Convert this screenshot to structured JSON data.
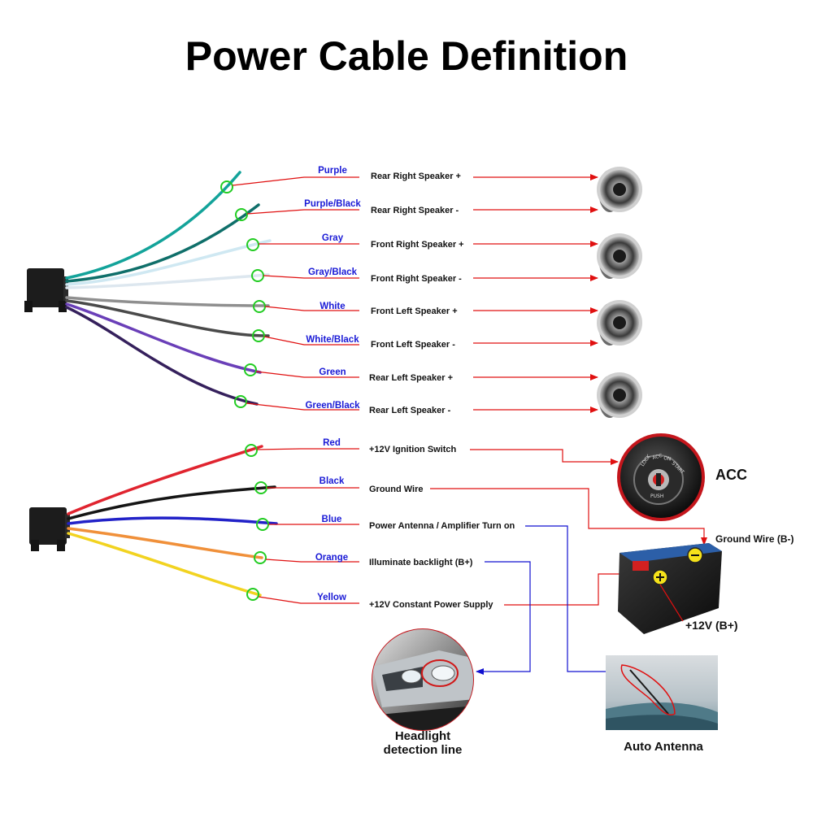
{
  "title": "Power Cable Definition",
  "speaker_wires": [
    {
      "color": "Purple",
      "function": "Rear Right Speaker +"
    },
    {
      "color": "Purple/Black",
      "function": "Rear Right Speaker -"
    },
    {
      "color": "Gray",
      "function": "Front Right Speaker +"
    },
    {
      "color": "Gray/Black",
      "function": "Front Right Speaker -"
    },
    {
      "color": "White",
      "function": "Front Left Speaker +"
    },
    {
      "color": "White/Black",
      "function": "Front Left Speaker -"
    },
    {
      "color": "Green",
      "function": "Rear Left Speaker +"
    },
    {
      "color": "Green/Black",
      "function": "Rear Left Speaker -"
    }
  ],
  "power_wires": [
    {
      "color": "Red",
      "function": "+12V  Ignition Switch"
    },
    {
      "color": "Black",
      "function": "Ground Wire"
    },
    {
      "color": "Blue",
      "function": "Power Antenna / Amplifier Turn on"
    },
    {
      "color": "Orange",
      "function": "Illuminate backlight (B+)"
    },
    {
      "color": "Yellow",
      "function": "+12V Constant Power Supply"
    }
  ],
  "acc_label": "ACC",
  "ground_label": "Ground Wire (B-)",
  "positive_label": "+12V  (B+)",
  "headlight_caption_line1": "Headlight",
  "headlight_caption_line2": "detection line",
  "antenna_caption": "Auto Antenna",
  "ignition_texts": [
    "LOCK",
    "ACC",
    "ON",
    "START",
    "PUSH"
  ],
  "colors": {
    "label_blue": "#1a1ad6",
    "arrow_red": "#e01010",
    "arrow_blue": "#1010d0",
    "marker_green": "#22cc22"
  }
}
